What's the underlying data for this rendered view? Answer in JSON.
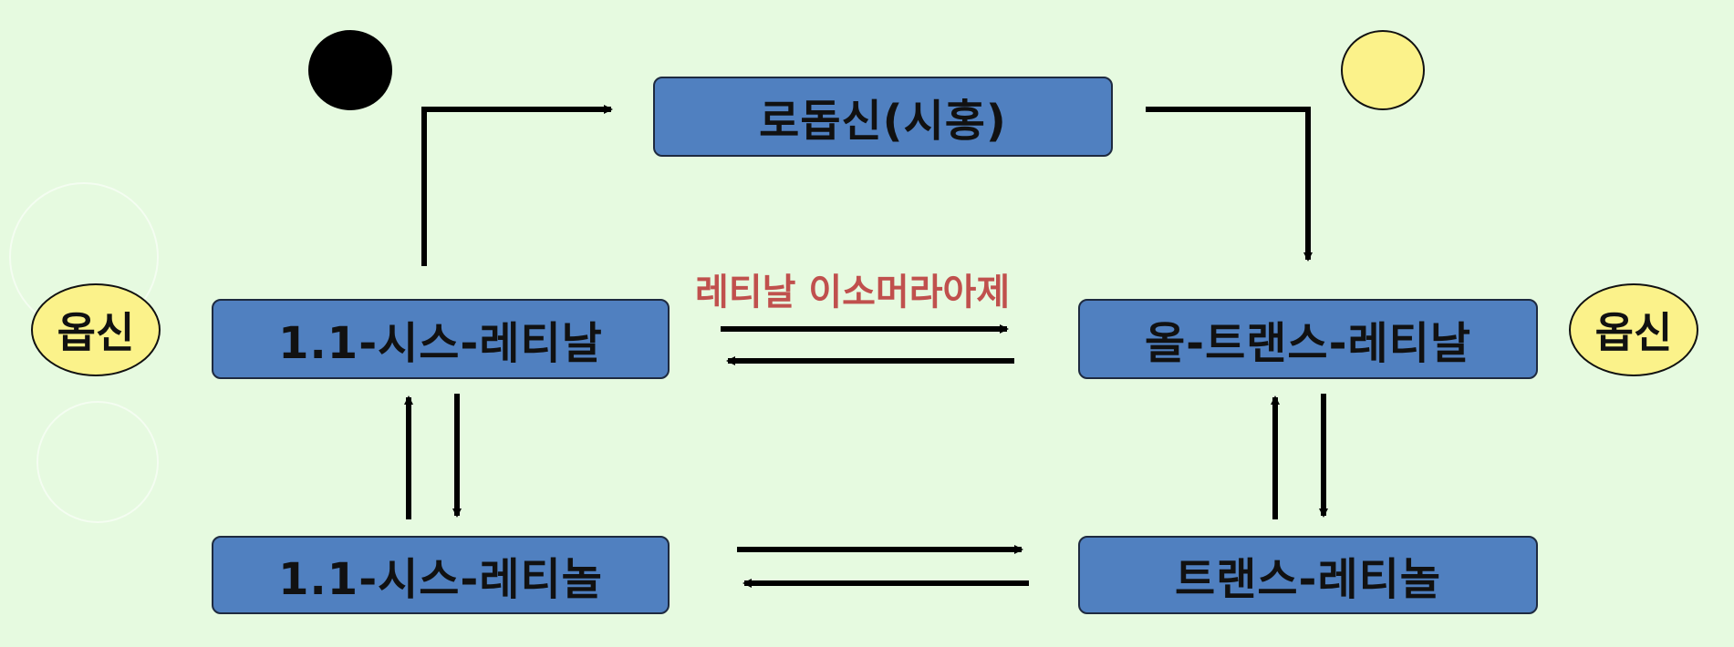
{
  "colors": {
    "background": "#e6fae0",
    "box_fill": "#5080c0",
    "opsin_fill": "#fbf28a",
    "start_dot": "#000000",
    "end_dot": "#fbf28a",
    "enzyme_label": "#c0504d",
    "arrow": "#000000"
  },
  "nodes": {
    "rhodopsin": "로돕신(시홍)",
    "cis_retinal": "1.1-시스-레티날",
    "trans_retinal": "올-트랜스-레티날",
    "cis_retinol": "1.1-시스-레티놀",
    "trans_retinol": "트랜스-레티놀"
  },
  "opsin_left": "옵신",
  "opsin_right": "옵신",
  "enzyme": "레티날 이소머라아제"
}
